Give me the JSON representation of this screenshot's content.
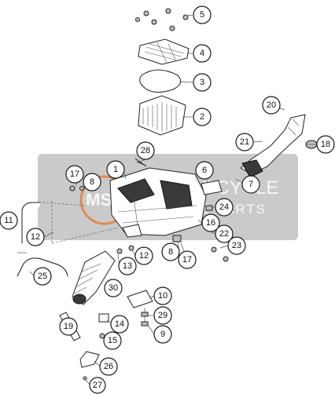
{
  "callouts": [
    {
      "id": "5",
      "label": "5"
    },
    {
      "id": "4",
      "label": "4"
    },
    {
      "id": "3",
      "label": "3"
    },
    {
      "id": "2",
      "label": "2"
    },
    {
      "id": "20",
      "label": "20"
    },
    {
      "id": "21",
      "label": "21"
    },
    {
      "id": "18",
      "label": "18"
    },
    {
      "id": "28",
      "label": "28"
    },
    {
      "id": "17a",
      "label": "17"
    },
    {
      "id": "1",
      "label": "1"
    },
    {
      "id": "8a",
      "label": "8"
    },
    {
      "id": "6",
      "label": "6"
    },
    {
      "id": "7",
      "label": "7"
    },
    {
      "id": "24",
      "label": "24"
    },
    {
      "id": "16",
      "label": "16"
    },
    {
      "id": "22",
      "label": "22"
    },
    {
      "id": "23",
      "label": "23"
    },
    {
      "id": "11",
      "label": "11"
    },
    {
      "id": "12a",
      "label": "12"
    },
    {
      "id": "12b",
      "label": "12"
    },
    {
      "id": "8b",
      "label": "8"
    },
    {
      "id": "17b",
      "label": "17"
    },
    {
      "id": "13",
      "label": "13"
    },
    {
      "id": "25",
      "label": "25"
    },
    {
      "id": "30",
      "label": "30"
    },
    {
      "id": "10",
      "label": "10"
    },
    {
      "id": "29",
      "label": "29"
    },
    {
      "id": "19",
      "label": "19"
    },
    {
      "id": "14",
      "label": "14"
    },
    {
      "id": "9",
      "label": "9"
    },
    {
      "id": "15",
      "label": "15"
    },
    {
      "id": "26",
      "label": "26"
    },
    {
      "id": "27",
      "label": "27"
    }
  ],
  "watermark": {
    "logo_text": "MSP",
    "title": "MOTORCYCLE",
    "subtitle": "SPARE PARTS",
    "band_color": "#9e9e9e",
    "logo_color": "#e07a3a"
  }
}
